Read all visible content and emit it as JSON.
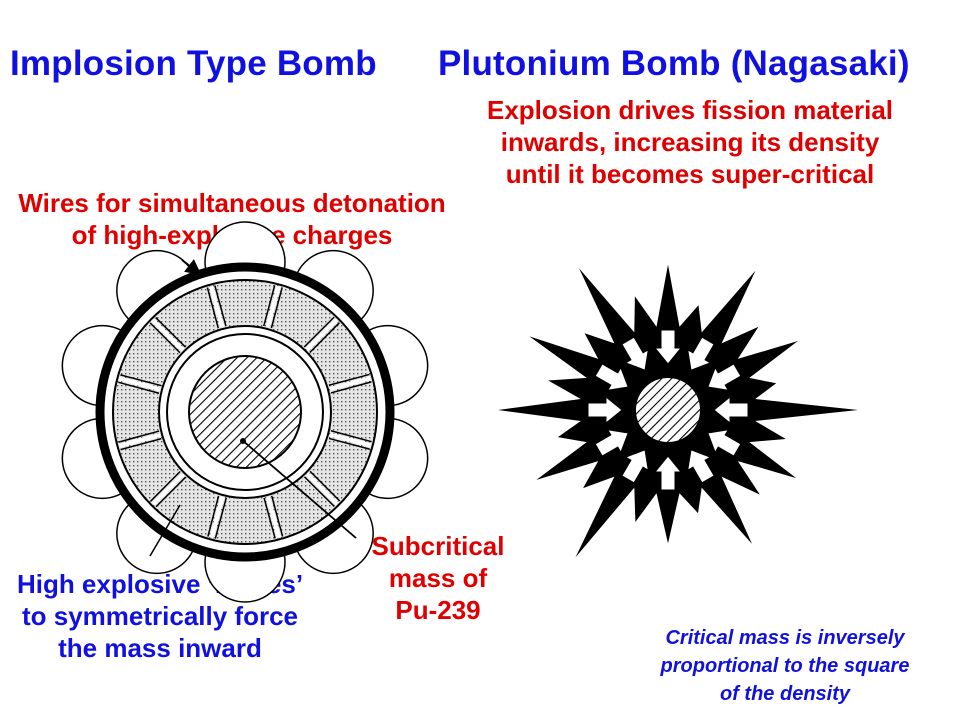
{
  "titles": {
    "left": "Implosion Type Bomb",
    "right": "Plutonium Bomb  (Nagasaki)"
  },
  "explosion_note": [
    "Explosion drives fission material",
    "inwards, increasing its density",
    "until it becomes super-critical"
  ],
  "wires_label": [
    "Wires for simultaneous detonation",
    "of high-explosive charges"
  ],
  "lenses_label": [
    "High explosive ‘lenses’",
    "to symmetrically force",
    "the mass inward"
  ],
  "subcritical_label": [
    "Subcritical",
    "mass of",
    "Pu-239"
  ],
  "density_note": [
    "Critical mass is inversely",
    "proportional to the square",
    "of the density"
  ],
  "colors": {
    "title_blue": "#1010e0",
    "label_red": "#e00000",
    "ink": "#000000"
  }
}
